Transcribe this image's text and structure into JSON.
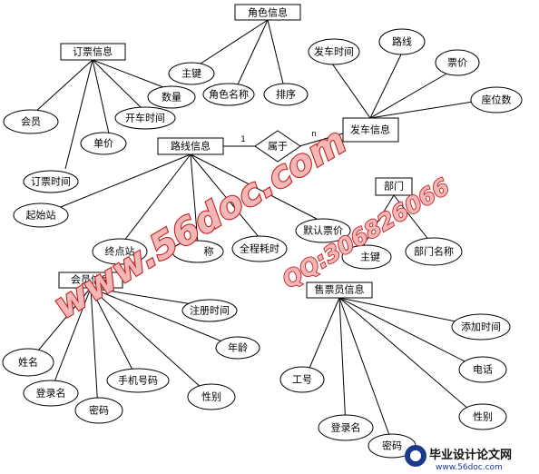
{
  "entities": {
    "role_info": "角色信息",
    "booking_info": "订票信息",
    "route_info": "路线信息",
    "departure_info": "发车信息",
    "department": "部门",
    "member_info": "会员信息",
    "seller_info": "售票员信息"
  },
  "relationship": {
    "label": "属于",
    "card_left": "1",
    "card_right": "n"
  },
  "attributes": {
    "role_key": "主键",
    "role_name": "角色名称",
    "role_order": "排序",
    "booking_member": "会员",
    "booking_quantity": "数量",
    "booking_departure_time": "开车时间",
    "booking_price": "单价",
    "booking_time": "订票时间",
    "dep_time": "发车时间",
    "dep_route": "路线",
    "dep_fare": "票价",
    "dep_seats": "座位数",
    "route_start": "起始站",
    "route_end": "终点站",
    "route_partial": "称",
    "route_duration": "全程耗时",
    "route_default_fare": "默认票价",
    "dept_key": "主键",
    "dept_name": "部门名称",
    "member_reg_time": "注册时间",
    "member_age": "年龄",
    "member_name": "姓名",
    "member_phone": "手机号码",
    "member_login": "登录名",
    "member_gender": "性别",
    "member_password": "密码",
    "seller_add_time": "添加时间",
    "seller_id": "工号",
    "seller_phone": "电话",
    "seller_gender": "性别",
    "seller_login": "登录名",
    "seller_password": "密码"
  },
  "watermark": {
    "site": "www.56doc.com",
    "qq": "QQ:306826066",
    "brand_title": "毕业设计论文网",
    "brand_url": "www.56doc.com"
  }
}
